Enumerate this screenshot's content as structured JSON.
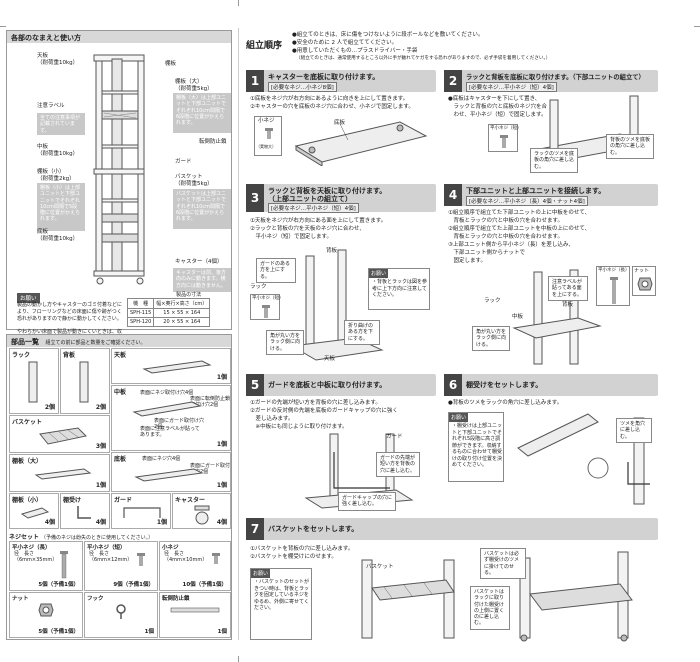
{
  "left": {
    "names_title": "各部のなまえと使い方",
    "labels": {
      "top_board": "天板\n（耐荷重10kg）",
      "shelf_board": "棚板",
      "shelf_large": "棚板（大）\n（耐荷重5kg）",
      "shelf_large_note": "棚板（大）は上部ユニットと下部ユニットでそれぞれ10cm間隔で6段階に位置がかえられます。",
      "caution_label": "注意ラベル",
      "caution_label_note": "全ての注意事項が記載されています。",
      "tip_prevent": "転倒防止鎖",
      "mid_board": "中板\n（耐荷重10kg）",
      "guard": "ガード",
      "shelf_small": "棚板（小）\n（耐荷重2kg）",
      "shelf_small_note": "棚板（小）は上部ユニットと下部ユニットでそれぞれ10cm間隔で5段階に位置がかえられます。",
      "basket": "バスケット\n（耐荷重5kg）",
      "basket_note": "バスケットは上部ユニットと下部ユニットでそれぞれ10cm間隔で6段階に位置がかえられます。",
      "bottom_board": "底板\n（耐荷重10kg）",
      "caster": "キャスター（4個）",
      "caster_note": "キャスターは前、後方向のみに動きます。横方向には動きません。"
    },
    "notice_title": "お願い",
    "notice_items": [
      "製品の動かし方やキャスターのゴミ付着などにより、フローリングなどの床面に傷や跡がつく恐れがありますので静かに動かしてください。",
      "やわらかい床面で製品が動きにくいときは、収納物をおろしてから動かしてください。"
    ],
    "spec": {
      "title": "製品の寸法",
      "header": [
        "機　種",
        "幅×奥行×高さ（cm）"
      ],
      "rows": [
        [
          "SPH-115",
          "15 × 55 × 164"
        ],
        [
          "SPH-120",
          "20 × 55 × 164"
        ]
      ]
    },
    "parts_title": "部品一覧",
    "parts_subtitle": "組立ての前に部品と数量をご確認ください。",
    "parts": [
      {
        "name": "ラック",
        "qty": "2個"
      },
      {
        "name": "背板",
        "qty": "2個"
      },
      {
        "name": "天板",
        "qty": "1個"
      },
      {
        "name": "中板",
        "qty": "1個"
      },
      {
        "name": "バスケット",
        "qty": "3個"
      },
      {
        "name": "底板",
        "qty": "1個"
      },
      {
        "name": "棚板（大）",
        "qty": "1個"
      },
      {
        "name": "棚板（小）",
        "qty": "4個"
      },
      {
        "name": "棚受け",
        "qty": "4個"
      },
      {
        "name": "ガード",
        "qty": "1個"
      },
      {
        "name": "キャスター",
        "qty": "4個"
      }
    ],
    "mid_notes": {
      "a": "表面にネジ取付け穴4個",
      "b": "表面に転倒防止鎖取付け穴2個",
      "c": "表面にガード取付け穴2個",
      "d": "表面に注意ラベルが貼ってあります。",
      "e": "表面にネジ穴4個",
      "f": "表面にガード取付け穴2個"
    },
    "screws_title": "ネジセット",
    "screws_sub": "（予備のネジは紛失のときに使用してください。）",
    "screws": [
      {
        "name": "平小ネジ（長）",
        "size": "径　長さ\n（6mm×35mm）",
        "qty": "5個（予備1個）"
      },
      {
        "name": "平小ネジ（短）",
        "size": "径　長さ\n（6mm×12mm）",
        "qty": "9個（予備1個）"
      },
      {
        "name": "小ネジ",
        "size": "径　長さ\n（4mm×10mm）",
        "qty": "10個（予備1個）"
      },
      {
        "name": "ナット",
        "size": "",
        "qty": "5個（予備1個）"
      },
      {
        "name": "フック",
        "size": "",
        "qty": "1個"
      },
      {
        "name": "転倒防止鎖",
        "size": "",
        "qty": "1個"
      }
    ]
  },
  "right": {
    "order_title": "組立順序",
    "order_notes": [
      "●組立てのときは、床に傷をつけないように段ボールなどを敷いてください。",
      "●安全のために 2 人で組立ててください。",
      "●用意していただくもの…プラスドライバー・手袋",
      "（組立てのときは、通常使用するところ以外に手が触れてケガをする恐れがありますので、必ず手袋を着用してください。）"
    ],
    "steps": [
      {
        "num": "1",
        "title": "キャスターを底板に取り付けます。",
        "sub": "[必要なネジ…小ネジ8個]",
        "body": [
          "①底板をネジ穴が右方向にあるように向きを上にして置きます。",
          "②キャスターの穴を底板のネジ穴に合わせ、小ネジで固定します。"
        ],
        "labels": [
          "小ネジ",
          "（実物大）",
          "底板"
        ]
      },
      {
        "num": "2",
        "title": "ラックと背板を底板に取り付けます。（下部ユニットの組立て）",
        "sub": "[必要なネジ…平小ネジ（短）4個]",
        "body": [
          "●底板はキャスターを下にして置き、",
          "　ラックと背板の穴と底板のネジ穴を合",
          "　わせ、平小ネジ（短）で固定します。"
        ],
        "labels": [
          "平小ネジ（短）",
          "ラックのツメを底板の角穴に差し込む。",
          "背板のツメを底板の角穴に差し込む。"
        ]
      },
      {
        "num": "3",
        "title": "ラックと背板を天板に取り付けます。",
        "title2": "（上部ユニットの組立て）",
        "sub": "[必要なネジ…平小ネジ（短）4個]",
        "body": [
          "①天板をネジ穴が右方向にある面を上にして置きます。",
          "②ラックと背板の穴を天板のネジ穴に合わせ、",
          "　平小ネジ（短）で固定します。"
        ],
        "labels": [
          "背板",
          "ガードのある方を上にする。",
          "ラック",
          "平小ネジ（短）",
          "角が丸い方をラック側に向ける。",
          "天板",
          "折り曲げのある方を下にする。"
        ],
        "notice": "お願い",
        "notice_text": "・背板とラックは図を参考に上下方向に注意してください。"
      },
      {
        "num": "4",
        "title": "下部ユニットと上部ユニットを接続します。",
        "sub": "[必要なネジ…平小ネジ（長）4個・ナット4個]",
        "body": [
          "①組立順序で組立てた下部ユニットの上に中板をのせて、",
          "　背板とラックの穴と中板の穴を合わせます。",
          "②組立順序で組立てた上部ユニットを中板の上にのせて、",
          "　背板とラックの穴と中板の穴を合わせます。",
          "③上部ユニット側から平小ネジ（長）を差し込み、",
          "　下部ユニット側からナットで",
          "　固定します。"
        ],
        "labels": [
          "平小ネジ（長）",
          "ナット",
          "注意ラベルが貼ってある面を上にする。",
          "背板",
          "ラック",
          "中板",
          "角が丸い方をラック側に向ける。"
        ]
      },
      {
        "num": "5",
        "title": "ガードを底板と中板に取り付けます。",
        "body": [
          "①ガードの先端が短い方を背板の穴に差し込みます。",
          "②ガードの反対側の先端を底板のガードキャップの穴に強く",
          "　差し込みます。",
          "　※中板にも同じように取り付けます。"
        ],
        "labels": [
          "ガード",
          "ガードの先端が短い方を背板の穴に差し込む。",
          "ガードキャップの穴に強く差し込む。"
        ]
      },
      {
        "num": "6",
        "title": "棚受けをセットします。",
        "body": [
          "●背板のツメをラックの角穴に差し込みます。"
        ],
        "labels": [
          "ツメを角穴に差し込む。"
        ],
        "notice": "お願い",
        "notice_text": "・棚受けは上部ユニットと下部ユニットでそれぞれ5段階に高さ調節ができます。収納するものに合わせて棚受けの取り付け位置を決めてください。"
      },
      {
        "num": "7",
        "title": "バスケットをセットします。",
        "body": [
          "①バスケットを背板の穴に差し込みます。",
          "②バスケットを棚受けにのせます。"
        ],
        "labels": [
          "バスケット",
          "バスケットは必ず棚受けのツメに掛けてのせる。",
          "バスケットはラックに取り付けた棚受けの上側に置くのに差し込む。"
        ],
        "notice": "お願い",
        "notice_text": "・バスケットのセットがきつい時は、背板とラックを固定しているネジをゆるめ、外側に寄せてください。"
      }
    ]
  }
}
